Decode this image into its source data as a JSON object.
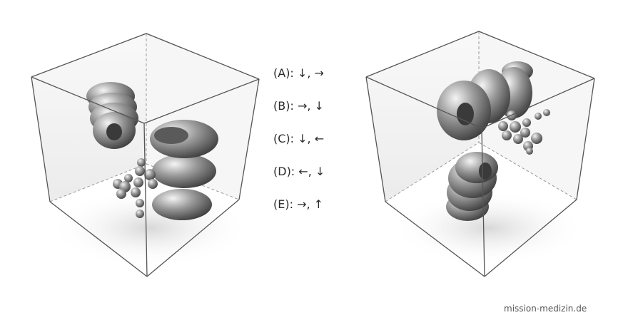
{
  "options": [
    {
      "label": "(A): ↓, →"
    },
    {
      "label": "(B): →, ↓"
    },
    {
      "label": "(C): ↓, ←"
    },
    {
      "label": "(D): ←, ↓"
    },
    {
      "label": "(E): →, ↑"
    }
  ],
  "watermark": "mission-medizin.de",
  "colors": {
    "edge": "#555555",
    "object": "#8a8a8a",
    "highlight": "#f2f2f2",
    "shadow": "#3a3a3a"
  }
}
